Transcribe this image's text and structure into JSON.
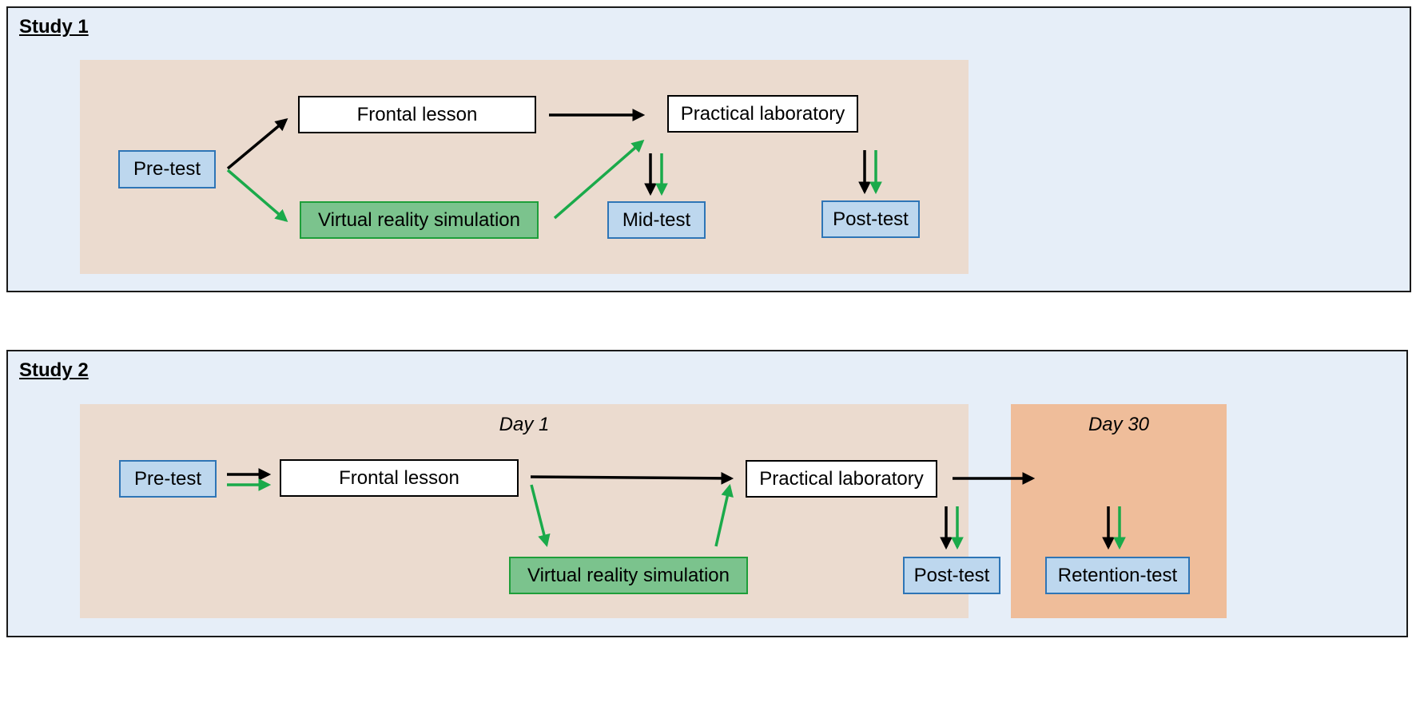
{
  "colors": {
    "control_arrow": "#000000",
    "vr_arrow": "#1aaa4a",
    "test_fill": "#bdd7ee",
    "test_border": "#2e75b6",
    "vr_fill": "#7bc38d",
    "phase_fill": "#ebdbcf",
    "late_phase_fill": "#efbd9a",
    "study_fill": "#e6eef8"
  },
  "study1": {
    "title": "Study 1",
    "nodes": {
      "pretest": "Pre-test",
      "frontal": "Frontal lesson",
      "vr": "Virtual reality simulation",
      "lab": "Practical laboratory",
      "midtest": "Mid-test",
      "posttest": "Post-test"
    }
  },
  "study2": {
    "title": "Study 2",
    "day1": "Day 1",
    "day30": "Day 30",
    "nodes": {
      "pretest": "Pre-test",
      "frontal": "Frontal lesson",
      "vr": "Virtual reality simulation",
      "lab": "Practical laboratory",
      "posttest": "Post-test",
      "retention": "Retention-test"
    }
  }
}
